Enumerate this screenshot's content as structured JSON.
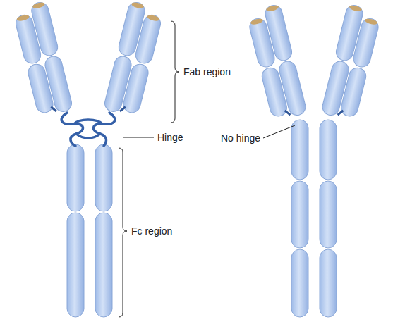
{
  "diagram": {
    "labels": [
      "Fab region",
      "Hinge",
      "Fc region",
      "No hinge"
    ]
  }
}
